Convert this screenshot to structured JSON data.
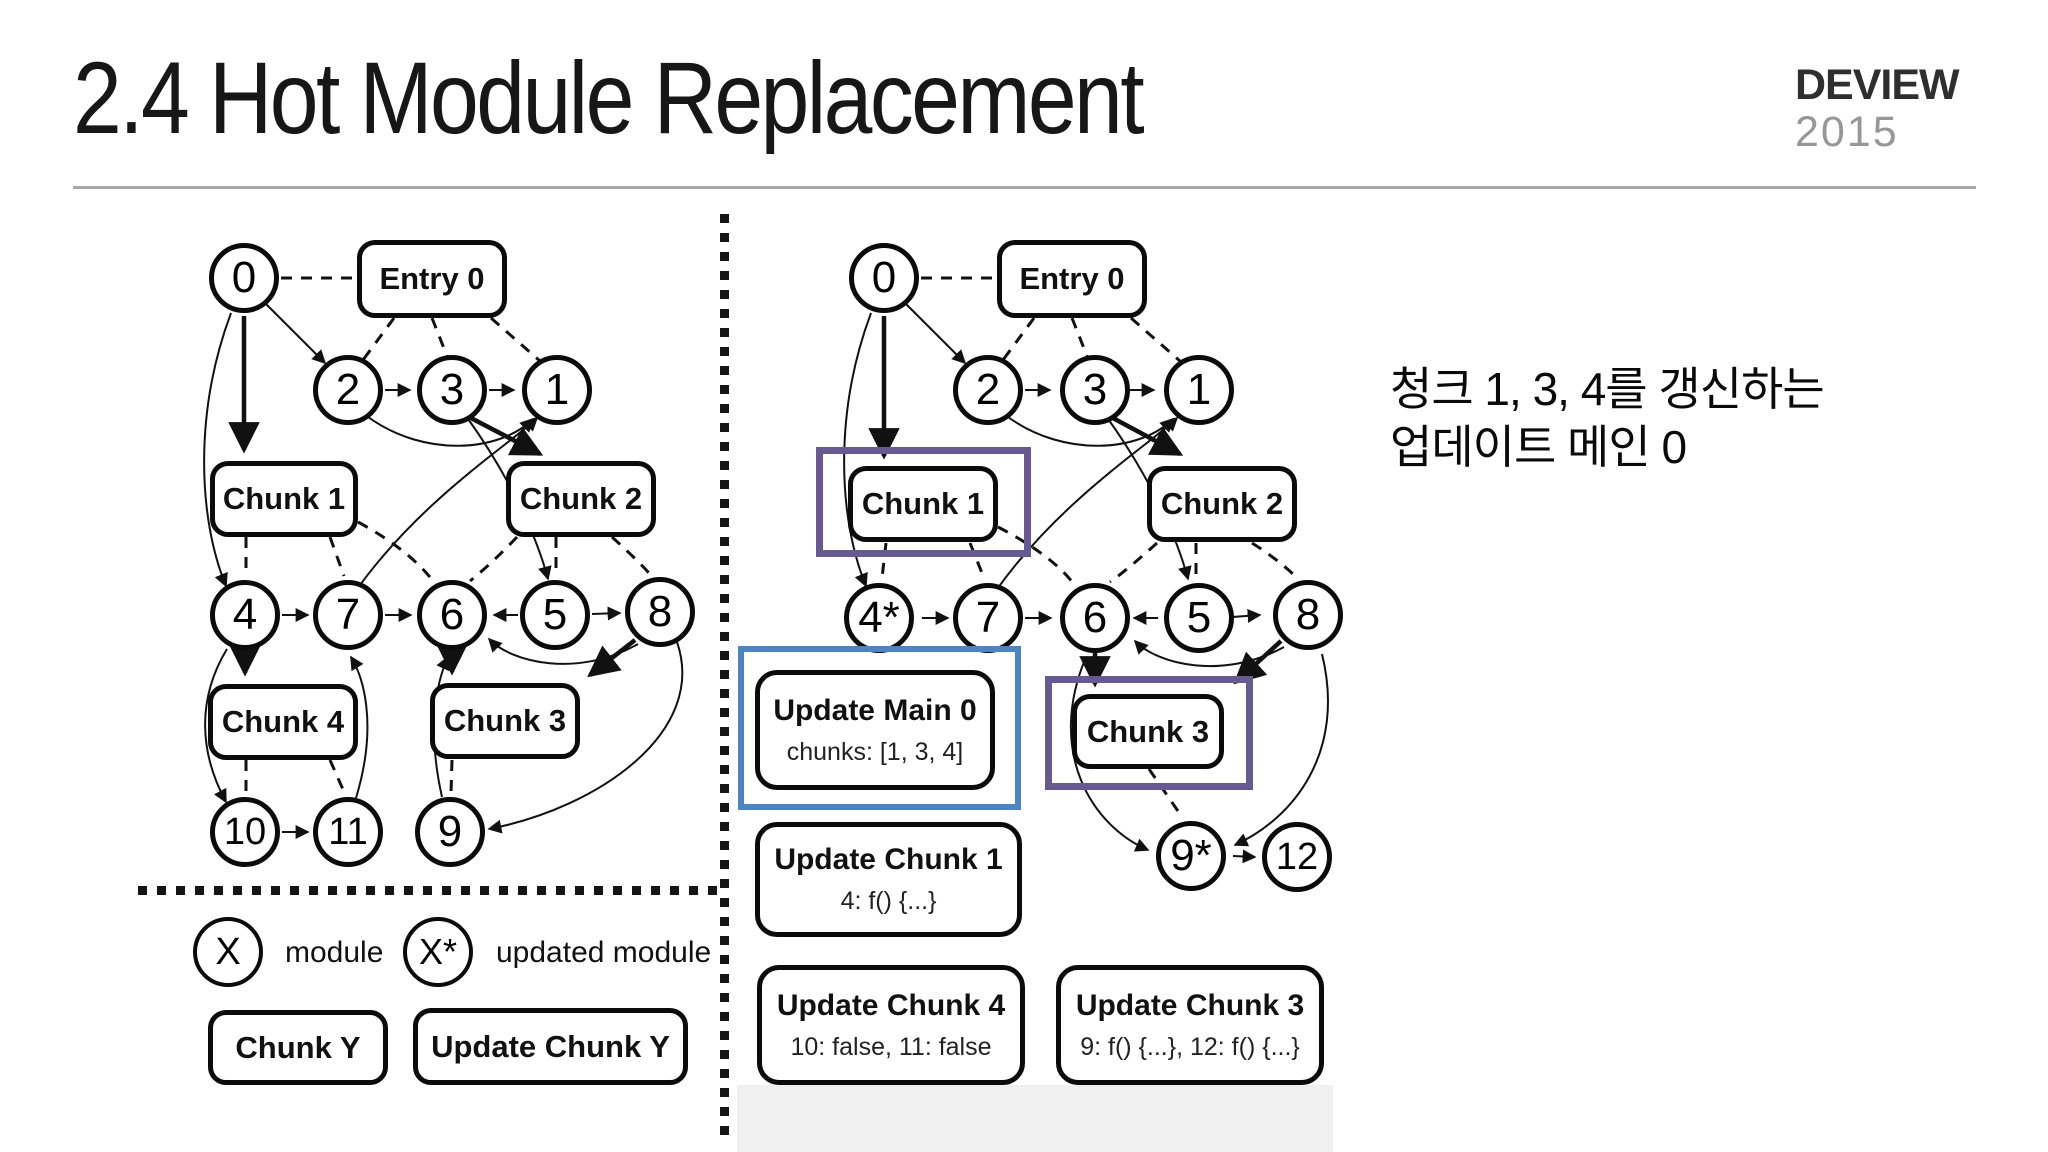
{
  "header": {
    "title": "2.4 Hot Module Replacement",
    "brand": "DEVIEW",
    "year": "2015"
  },
  "annotation": {
    "line1": "청크 1, 3, 4를 갱신하는",
    "line2": "업데이트 메인 0"
  },
  "left_graph": {
    "entry_box": "Entry 0",
    "nodes": {
      "n0": "0",
      "n2": "2",
      "n3": "3",
      "n1": "1",
      "n4": "4",
      "n7": "7",
      "n6": "6",
      "n5": "5",
      "n8": "8",
      "n10": "10",
      "n11": "11",
      "n9": "9"
    },
    "chunks": {
      "chunk1": "Chunk 1",
      "chunk2": "Chunk 2",
      "chunk4": "Chunk 4",
      "chunk3": "Chunk 3"
    }
  },
  "right_graph": {
    "entry_box": "Entry 0",
    "nodes": {
      "n0": "0",
      "n2": "2",
      "n3": "3",
      "n1": "1",
      "n4": "4*",
      "n7": "7",
      "n6": "6",
      "n5": "5",
      "n8": "8",
      "n9": "9*",
      "n12": "12"
    },
    "chunks": {
      "chunk1": "Chunk 1",
      "chunk2": "Chunk 2",
      "chunk3": "Chunk 3"
    },
    "updates": {
      "main0": {
        "title": "Update Main 0",
        "detail": "chunks: [1, 3, 4]"
      },
      "chunk1": {
        "title": "Update Chunk 1",
        "detail": "4: f() {...}"
      },
      "chunk4": {
        "title": "Update Chunk 4",
        "detail": "10: false, 11: false"
      },
      "chunk3": {
        "title": "Update Chunk 3",
        "detail": "9: f() {...}, 12: f() {...}"
      }
    }
  },
  "legend": {
    "module_symbol": "X",
    "module_label": "module",
    "updated_symbol": "X*",
    "updated_label": "updated module",
    "chunk_box": "Chunk Y",
    "update_chunk_box": "Update Chunk Y"
  },
  "colors": {
    "highlight_purple": "#675a90",
    "highlight_blue": "#4d84c4",
    "stroke": "#111111"
  }
}
